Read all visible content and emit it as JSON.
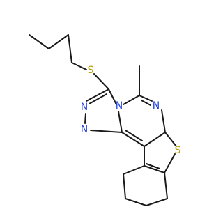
{
  "molecule": {
    "atoms": {
      "S_thioether": {
        "label": "S",
        "color": "#b8a000"
      },
      "S_thiophene": {
        "label": "S",
        "color": "#b8a000"
      },
      "N_bridge": {
        "label": "N",
        "color": "#1f3fe0"
      },
      "N_pyrimidine": {
        "label": "N",
        "color": "#1f3fe0"
      },
      "N_triazole_upper": {
        "label": "N",
        "color": "#1f3fe0"
      },
      "N_triazole_lower": {
        "label": "N",
        "color": "#1f3fe0"
      }
    },
    "bond_color": "#1a1a1a"
  }
}
